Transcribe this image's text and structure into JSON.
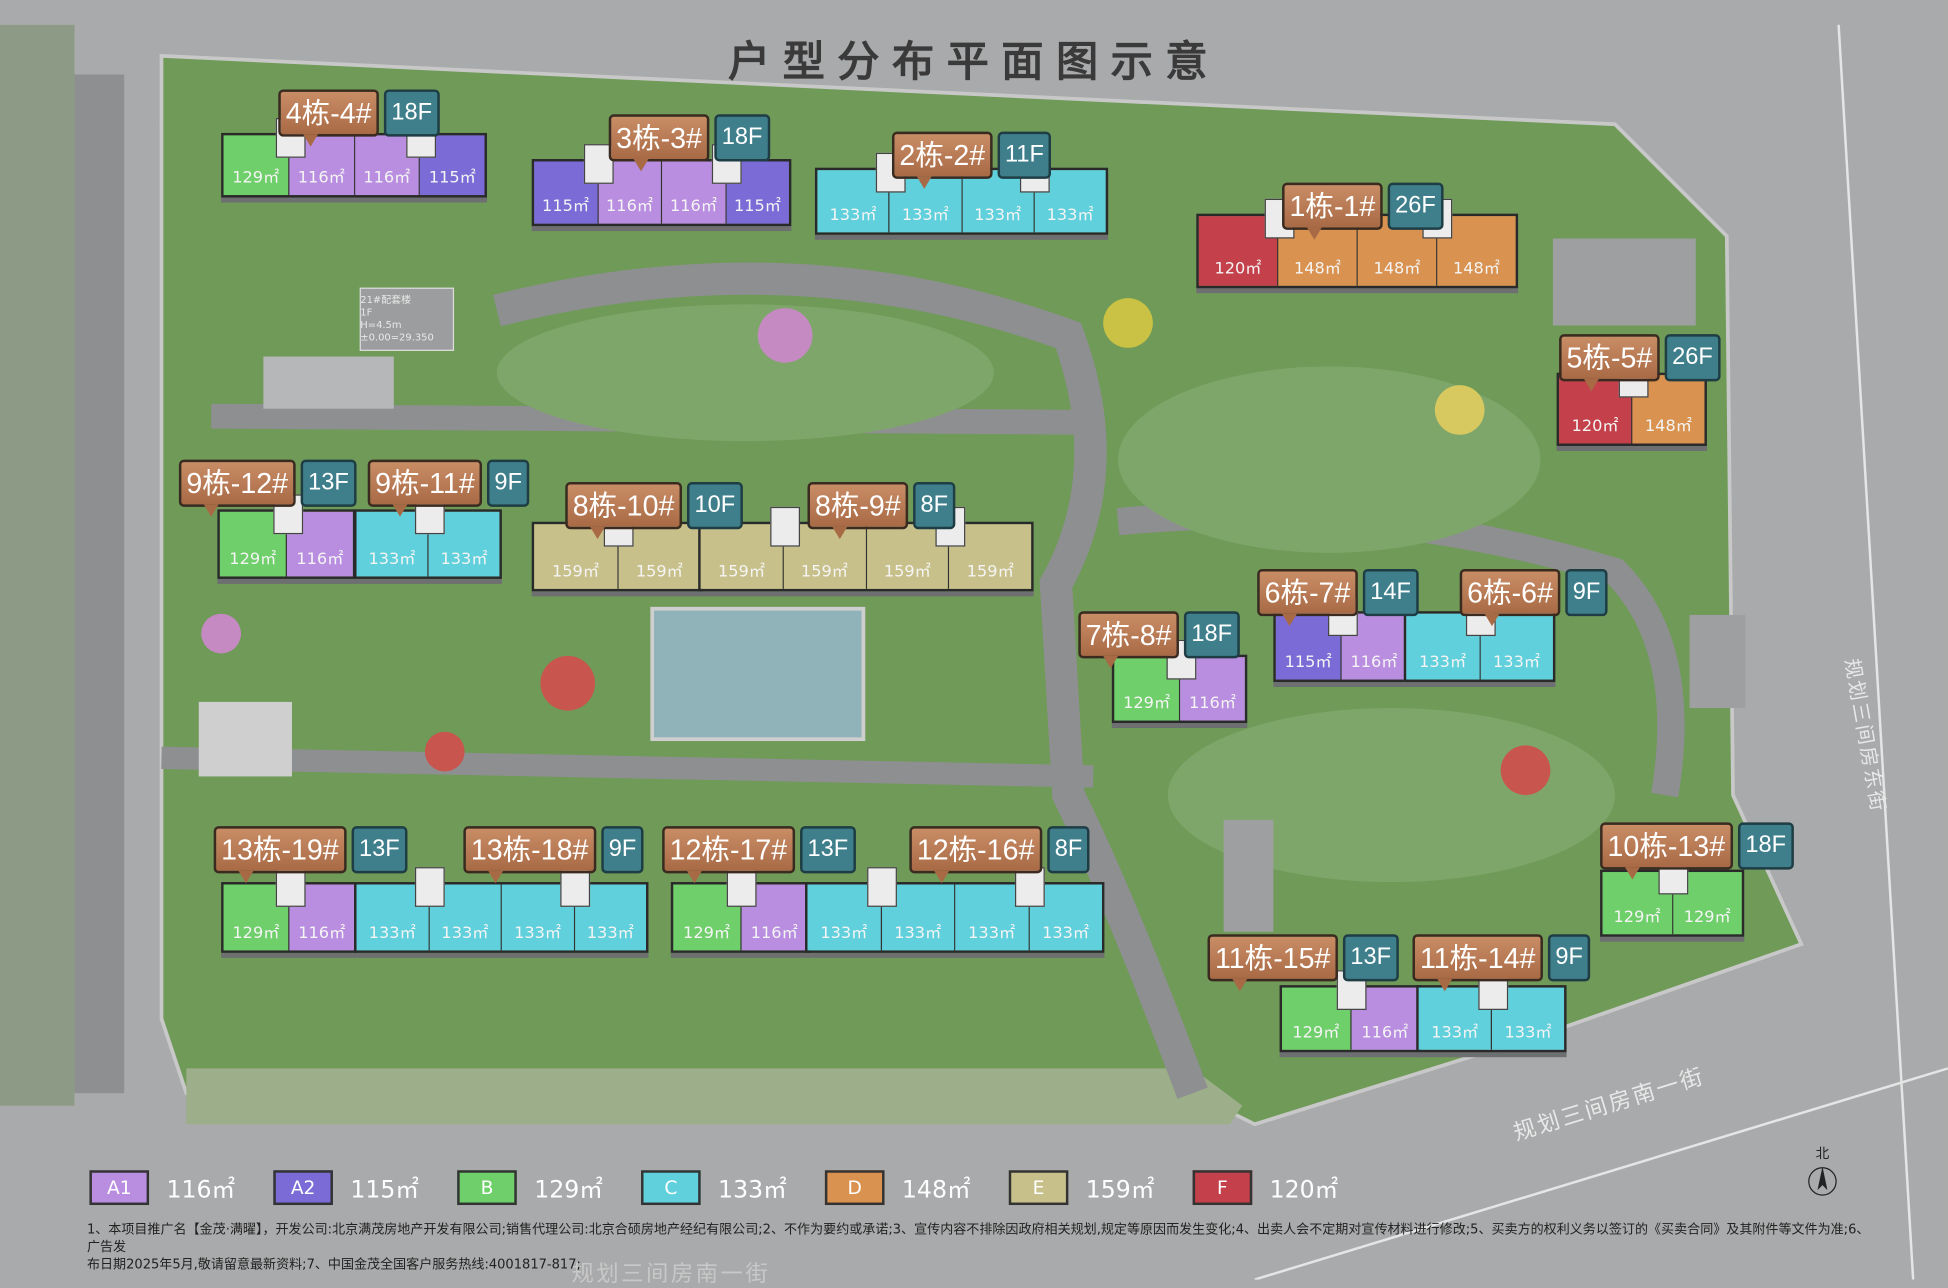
{
  "title": "户型分布平面图示意",
  "facility_note": [
    "21#配套楼",
    "1F",
    "H=4.5m",
    "±0.00=29.350"
  ],
  "roads": {
    "south": "规划三间房南一街",
    "east": "规划三间房东街",
    "bottom": "规划三间房南一街"
  },
  "north_label": "北",
  "colors": {
    "A1": "#b98ee0",
    "A2": "#7b6bd6",
    "B": "#6fcf6a",
    "C": "#5fd0dc",
    "D": "#d9924f",
    "E": "#c8c08a",
    "F": "#c4404a"
  },
  "legend": [
    {
      "type": "A1",
      "area": "116㎡"
    },
    {
      "type": "A2",
      "area": "115㎡"
    },
    {
      "type": "B",
      "area": "129㎡"
    },
    {
      "type": "C",
      "area": "133㎡"
    },
    {
      "type": "D",
      "area": "148㎡"
    },
    {
      "type": "E",
      "area": "159㎡"
    },
    {
      "type": "F",
      "area": "120㎡"
    }
  ],
  "buildings": [
    {
      "label": "4栋-4#",
      "floors": "18F",
      "units": [
        {
          "t": "B",
          "a": "129㎡"
        },
        {
          "t": "A1",
          "a": "116㎡"
        },
        {
          "t": "A1",
          "a": "116㎡"
        },
        {
          "t": "A2",
          "a": "115㎡"
        }
      ]
    },
    {
      "label": "3栋-3#",
      "floors": "18F",
      "units": [
        {
          "t": "A2",
          "a": "115㎡"
        },
        {
          "t": "A1",
          "a": "116㎡"
        },
        {
          "t": "A1",
          "a": "116㎡"
        },
        {
          "t": "A2",
          "a": "115㎡"
        }
      ]
    },
    {
      "label": "2栋-2#",
      "floors": "11F",
      "units": [
        {
          "t": "C",
          "a": "133㎡"
        },
        {
          "t": "C",
          "a": "133㎡"
        },
        {
          "t": "C",
          "a": "133㎡"
        },
        {
          "t": "C",
          "a": "133㎡"
        }
      ]
    },
    {
      "label": "1栋-1#",
      "floors": "26F",
      "units": [
        {
          "t": "F",
          "a": "120㎡"
        },
        {
          "t": "D",
          "a": "148㎡"
        },
        {
          "t": "D",
          "a": "148㎡"
        },
        {
          "t": "D",
          "a": "148㎡"
        }
      ]
    },
    {
      "label": "5栋-5#",
      "floors": "26F",
      "units": [
        {
          "t": "F",
          "a": "120㎡"
        },
        {
          "t": "D",
          "a": "148㎡"
        }
      ]
    },
    {
      "label": "9栋-12#",
      "floors": "13F",
      "units": [
        {
          "t": "B",
          "a": "129㎡"
        },
        {
          "t": "A1",
          "a": "116㎡"
        }
      ]
    },
    {
      "label": "9栋-11#",
      "floors": "9F",
      "units": [
        {
          "t": "C",
          "a": "133㎡"
        },
        {
          "t": "C",
          "a": "133㎡"
        }
      ]
    },
    {
      "label": "8栋-10#",
      "floors": "10F",
      "units": [
        {
          "t": "E",
          "a": "159㎡"
        },
        {
          "t": "E",
          "a": "159㎡"
        }
      ]
    },
    {
      "label": "8栋-9#",
      "floors": "8F",
      "units": [
        {
          "t": "E",
          "a": "159㎡"
        },
        {
          "t": "E",
          "a": "159㎡"
        },
        {
          "t": "E",
          "a": "159㎡"
        },
        {
          "t": "E",
          "a": "159㎡"
        }
      ]
    },
    {
      "label": "6栋-7#",
      "floors": "14F",
      "units": [
        {
          "t": "A2",
          "a": "115㎡"
        },
        {
          "t": "A1",
          "a": "116㎡"
        }
      ]
    },
    {
      "label": "6栋-6#",
      "floors": "9F",
      "units": [
        {
          "t": "C",
          "a": "133㎡"
        },
        {
          "t": "C",
          "a": "133㎡"
        }
      ]
    },
    {
      "label": "7栋-8#",
      "floors": "18F",
      "units": [
        {
          "t": "B",
          "a": "129㎡"
        },
        {
          "t": "A1",
          "a": "116㎡"
        }
      ]
    },
    {
      "label": "13栋-19#",
      "floors": "13F",
      "units": [
        {
          "t": "B",
          "a": "129㎡"
        },
        {
          "t": "A1",
          "a": "116㎡"
        }
      ]
    },
    {
      "label": "13栋-18#",
      "floors": "9F",
      "units": [
        {
          "t": "C",
          "a": "133㎡"
        },
        {
          "t": "C",
          "a": "133㎡"
        },
        {
          "t": "C",
          "a": "133㎡"
        },
        {
          "t": "C",
          "a": "133㎡"
        }
      ]
    },
    {
      "label": "12栋-17#",
      "floors": "13F",
      "units": [
        {
          "t": "B",
          "a": "129㎡"
        },
        {
          "t": "A1",
          "a": "116㎡"
        }
      ]
    },
    {
      "label": "12栋-16#",
      "floors": "8F",
      "units": [
        {
          "t": "C",
          "a": "133㎡"
        },
        {
          "t": "C",
          "a": "133㎡"
        },
        {
          "t": "C",
          "a": "133㎡"
        },
        {
          "t": "C",
          "a": "133㎡"
        }
      ]
    },
    {
      "label": "10栋-13#",
      "floors": "18F",
      "units": [
        {
          "t": "B",
          "a": "129㎡"
        },
        {
          "t": "B",
          "a": "129㎡"
        }
      ]
    },
    {
      "label": "11栋-15#",
      "floors": "13F",
      "units": [
        {
          "t": "B",
          "a": "129㎡"
        },
        {
          "t": "A1",
          "a": "116㎡"
        }
      ]
    },
    {
      "label": "11栋-14#",
      "floors": "9F",
      "units": [
        {
          "t": "C",
          "a": "133㎡"
        },
        {
          "t": "C",
          "a": "133㎡"
        }
      ]
    }
  ],
  "footer": [
    "1、本项目推广名【金茂·满曜】，开发公司:北京满茂房地产开发有限公司;销售代理公司:北京合硕房地产经纪有限公司;2、不作为要约或承诺;3、宣传内容不排除因政府相关规划,规定等原因而发生变化;4、出卖人会不定期对宣传材料进行修改;5、买卖方的权利义务以签订的《买卖合同》及其附件等文件为准;6、广告发",
    "布日期2025年5月,敬请留意最新资料;7、中国金茂全国客户服务热线:4001817-817;"
  ]
}
